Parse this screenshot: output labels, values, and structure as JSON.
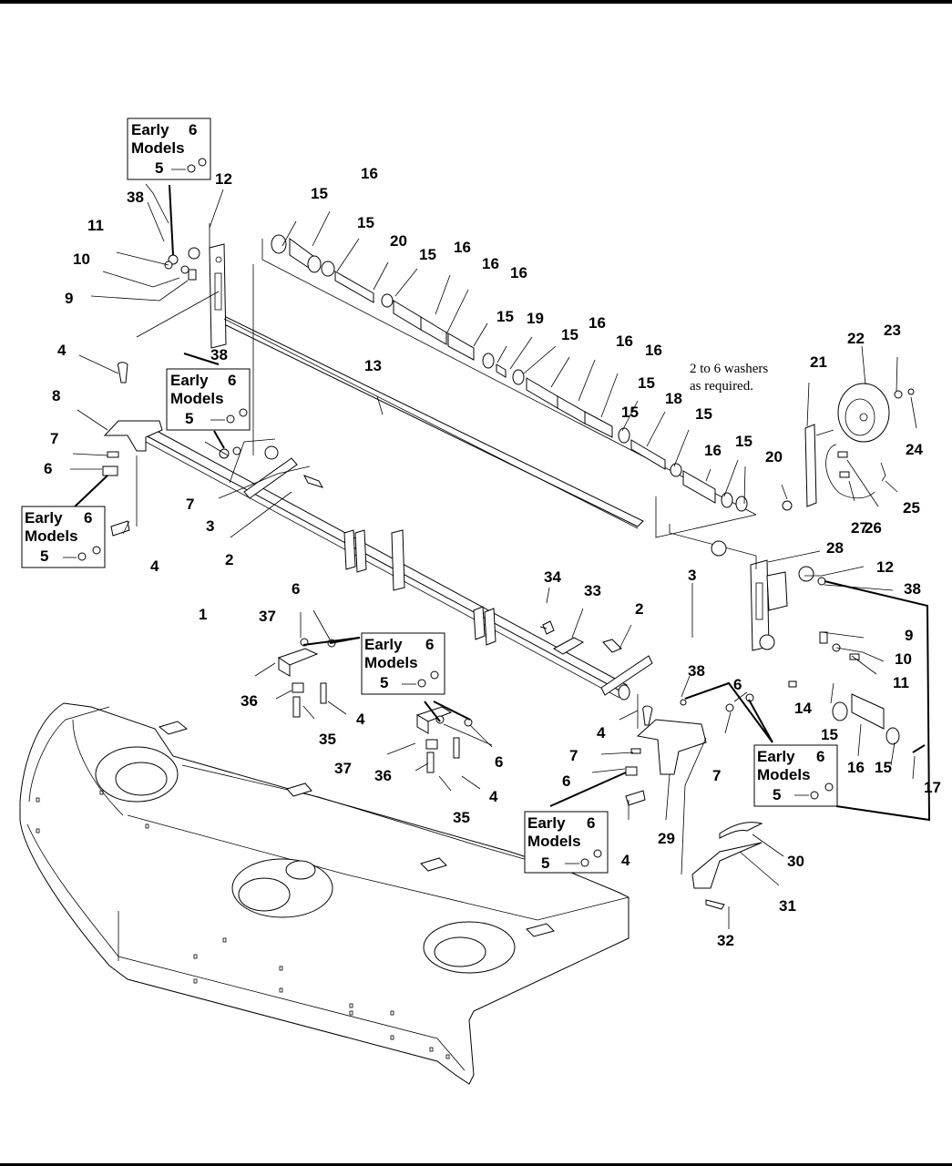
{
  "page": {
    "type": "exploded parts diagram",
    "subject": "mower deck suspension / anti-scalp roller assembly"
  },
  "note": {
    "line1": "2 to 6 washers",
    "line2": "as required."
  },
  "callout_box": {
    "title_line1": "Early",
    "title_line2": "Models",
    "part_a": "6",
    "part_b": "5"
  },
  "callouts": [
    {
      "id": "callout-top-left"
    },
    {
      "id": "callout-mid-left"
    },
    {
      "id": "callout-left"
    },
    {
      "id": "callout-center"
    },
    {
      "id": "callout-bottom-center"
    },
    {
      "id": "callout-right"
    }
  ],
  "labels": [
    {
      "text": "1"
    },
    {
      "text": "2"
    },
    {
      "text": "2"
    },
    {
      "text": "3"
    },
    {
      "text": "3"
    },
    {
      "text": "4"
    },
    {
      "text": "4"
    },
    {
      "text": "4"
    },
    {
      "text": "4"
    },
    {
      "text": "4"
    },
    {
      "text": "4"
    },
    {
      "text": "6"
    },
    {
      "text": "6"
    },
    {
      "text": "6"
    },
    {
      "text": "6"
    },
    {
      "text": "6"
    },
    {
      "text": "7"
    },
    {
      "text": "7"
    },
    {
      "text": "7"
    },
    {
      "text": "7"
    },
    {
      "text": "8"
    },
    {
      "text": "9"
    },
    {
      "text": "9"
    },
    {
      "text": "10"
    },
    {
      "text": "10"
    },
    {
      "text": "11"
    },
    {
      "text": "11"
    },
    {
      "text": "12"
    },
    {
      "text": "12"
    },
    {
      "text": "13"
    },
    {
      "text": "14"
    },
    {
      "text": "15"
    },
    {
      "text": "15"
    },
    {
      "text": "15"
    },
    {
      "text": "15"
    },
    {
      "text": "15"
    },
    {
      "text": "15"
    },
    {
      "text": "15"
    },
    {
      "text": "15"
    },
    {
      "text": "15"
    },
    {
      "text": "15"
    },
    {
      "text": "15"
    },
    {
      "text": "16"
    },
    {
      "text": "16"
    },
    {
      "text": "16"
    },
    {
      "text": "16"
    },
    {
      "text": "16"
    },
    {
      "text": "16"
    },
    {
      "text": "16"
    },
    {
      "text": "16"
    },
    {
      "text": "16"
    },
    {
      "text": "17"
    },
    {
      "text": "18"
    },
    {
      "text": "19"
    },
    {
      "text": "20"
    },
    {
      "text": "20"
    },
    {
      "text": "21"
    },
    {
      "text": "22"
    },
    {
      "text": "23"
    },
    {
      "text": "24"
    },
    {
      "text": "25"
    },
    {
      "text": "26"
    },
    {
      "text": "27"
    },
    {
      "text": "28"
    },
    {
      "text": "29"
    },
    {
      "text": "30"
    },
    {
      "text": "31"
    },
    {
      "text": "32"
    },
    {
      "text": "33"
    },
    {
      "text": "34"
    },
    {
      "text": "35"
    },
    {
      "text": "35"
    },
    {
      "text": "36"
    },
    {
      "text": "36"
    },
    {
      "text": "37"
    },
    {
      "text": "37"
    },
    {
      "text": "38"
    },
    {
      "text": "38"
    },
    {
      "text": "38"
    },
    {
      "text": "38"
    }
  ]
}
